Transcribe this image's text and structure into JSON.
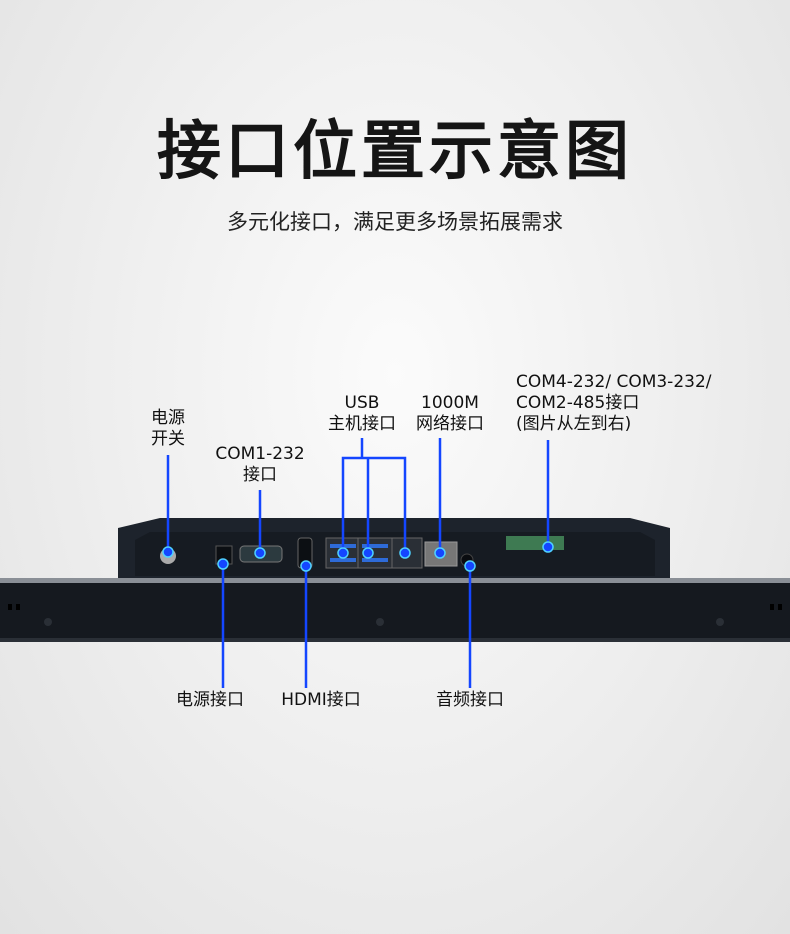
{
  "header": {
    "title": "接口位置示意图",
    "subtitle": "多元化接口，满足更多场景拓展需求"
  },
  "labels": {
    "power_switch": [
      "电源",
      "开关"
    ],
    "com1": [
      "COM1-232",
      "接口"
    ],
    "usb": [
      "USB",
      "主机接口"
    ],
    "lan": [
      "1000M",
      "网络接口"
    ],
    "com_multi": [
      "COM4-232/ COM3-232/",
      "COM2-485接口",
      "(图片从左到右)"
    ],
    "dc_power": "电源接口",
    "hdmi": "HDMI接口",
    "audio": "音频接口"
  },
  "colors": {
    "accent": "#1446ff",
    "device": "#1b2028"
  }
}
